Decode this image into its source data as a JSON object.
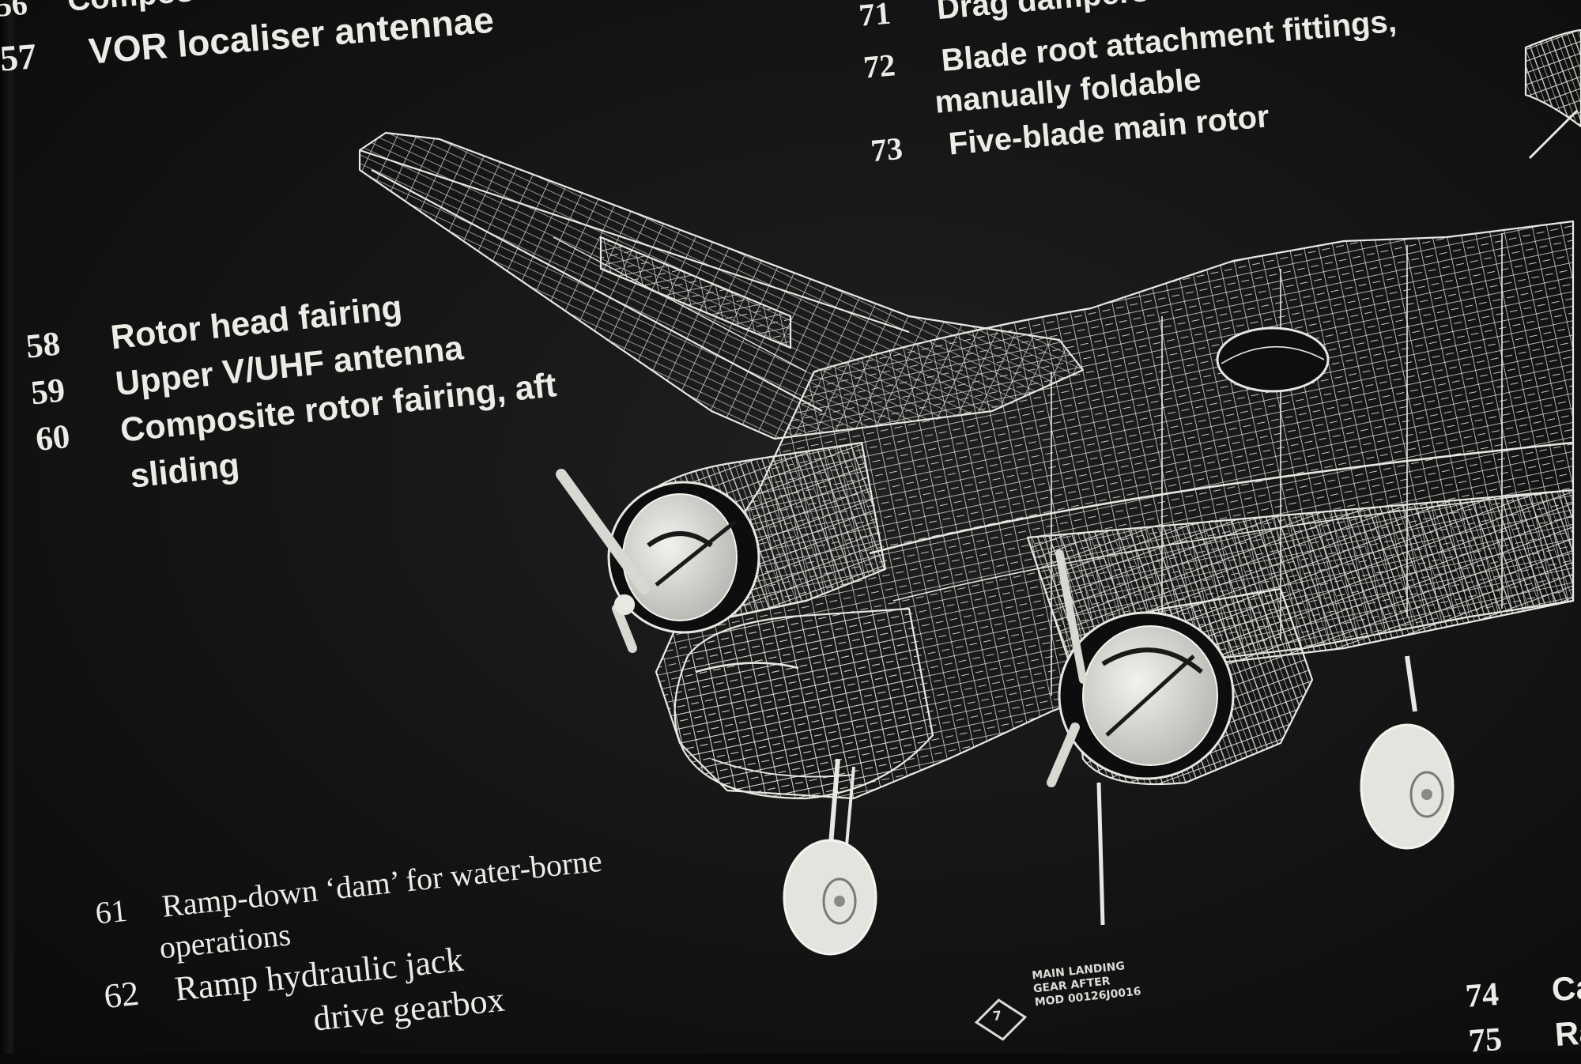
{
  "legend_top_left": [
    {
      "num": "56",
      "text": "Compos"
    },
    {
      "num": "57",
      "text": "VOR localiser antennae"
    }
  ],
  "legend_top_right": [
    {
      "num": "71",
      "text": "Drag dampers"
    },
    {
      "num": "72",
      "text": "Blade root attachment fittings,",
      "cont": "manually foldable"
    },
    {
      "num": "73",
      "text": "Five-blade main rotor"
    }
  ],
  "legend_mid_left": [
    {
      "num": "58",
      "text": "Rotor head fairing"
    },
    {
      "num": "59",
      "text": "Upper V/UHF antenna"
    },
    {
      "num": "60",
      "text": "Composite rotor fairing, aft",
      "cont": "sliding"
    }
  ],
  "legend_bottom_left": [
    {
      "num": "61",
      "text": "Ramp-down ‘dam’ for water-borne",
      "cont": "operations"
    },
    {
      "num": "62",
      "text": "Ramp hydraulic jack"
    },
    {
      "num": "",
      "text": "drive gearbox"
    }
  ],
  "legend_bottom_right": [
    {
      "num": "74",
      "text": "Ca"
    },
    {
      "num": "75",
      "text": "Ra"
    }
  ],
  "callout": {
    "line1": "MAIN LANDING",
    "line2": "GEAR AFTER",
    "line3": "MOD 00126J0016",
    "num": "7"
  },
  "colors": {
    "panel": "#141414",
    "engraving": "#ecece7"
  }
}
